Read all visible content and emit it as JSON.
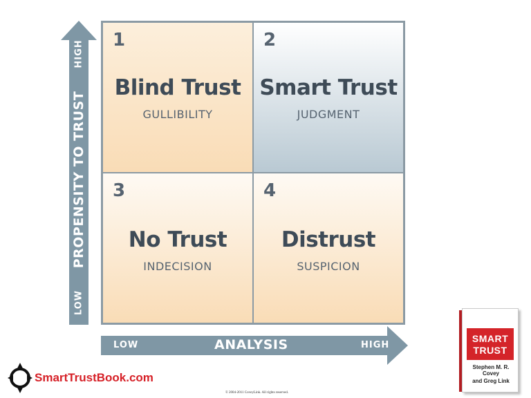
{
  "quadrants": [
    {
      "number": "1",
      "title": "Blind Trust",
      "subtitle": "GULLIBILITY"
    },
    {
      "number": "2",
      "title": "Smart Trust",
      "subtitle": "JUDGMENT"
    },
    {
      "number": "3",
      "title": "No Trust",
      "subtitle": "INDECISION"
    },
    {
      "number": "4",
      "title": "Distrust",
      "subtitle": "SUSPICION"
    }
  ],
  "y_axis": {
    "label": "PROPENSITY TO TRUST",
    "low": "LOW",
    "high": "HIGH"
  },
  "x_axis": {
    "label": "ANALYSIS",
    "low": "LOW",
    "high": "HIGH"
  },
  "logo": {
    "text": "SmartTrustBook.com"
  },
  "copyright": "© 2004-2011 CoveyLink. All rights reserved.",
  "book": {
    "title_line1": "SMART",
    "title_line2": "TRUST",
    "author1": "Stephen M. R. Covey",
    "author2": "and Greg Link"
  },
  "colors": {
    "arrow": "#7f97a5",
    "orange_cell": "#f9dcb6",
    "blue_cell": "#b9c9d3",
    "logo_red": "#d62027"
  }
}
